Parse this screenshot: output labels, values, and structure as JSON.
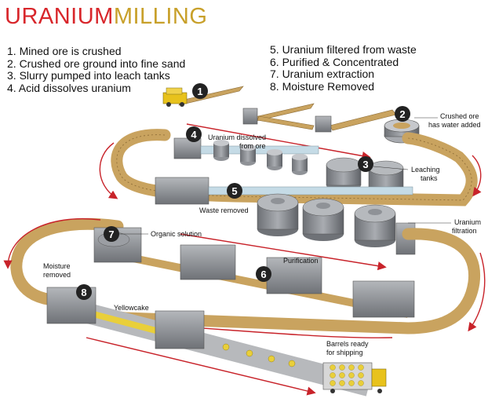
{
  "title": {
    "part1": "URANIUM",
    "part2": "MILLING",
    "color1": "#d8262b",
    "color2": "#c8a02a"
  },
  "steps_left": [
    "1. Mined ore is crushed",
    "2. Crushed ore ground into fine sand",
    "3. Slurry pumped into leach tanks",
    "4. Acid dissolves uranium"
  ],
  "steps_right": [
    "5. Uranium filtered from waste",
    "6. Purified & Concentrated",
    "7. Uranium extraction",
    "8. Moisture Removed"
  ],
  "badges": [
    "1",
    "2",
    "3",
    "4",
    "5",
    "6",
    "7",
    "8"
  ],
  "labels": {
    "crushed_ore_l1": "Crushed ore",
    "crushed_ore_l2": "has water added",
    "dissolved_l1": "Uranium dissolved",
    "dissolved_l2": "from ore",
    "leaching_l1": "Leaching",
    "leaching_l2": "tanks",
    "waste_removed": "Waste removed",
    "filtration_l1": "Uranium",
    "filtration_l2": "filtration",
    "organic": "Organic solution",
    "purification": "Purification",
    "moisture_l1": "Moisture",
    "moisture_l2": "removed",
    "yellowcake": "Yellowcake",
    "barrels_l1": "Barrels ready",
    "barrels_l2": "for shipping"
  },
  "colors": {
    "belt": "#c9a35f",
    "arrow": "#c8232a",
    "machine": "#8e9196",
    "yellowcake": "#e9cf3a",
    "badge": "#222222"
  }
}
